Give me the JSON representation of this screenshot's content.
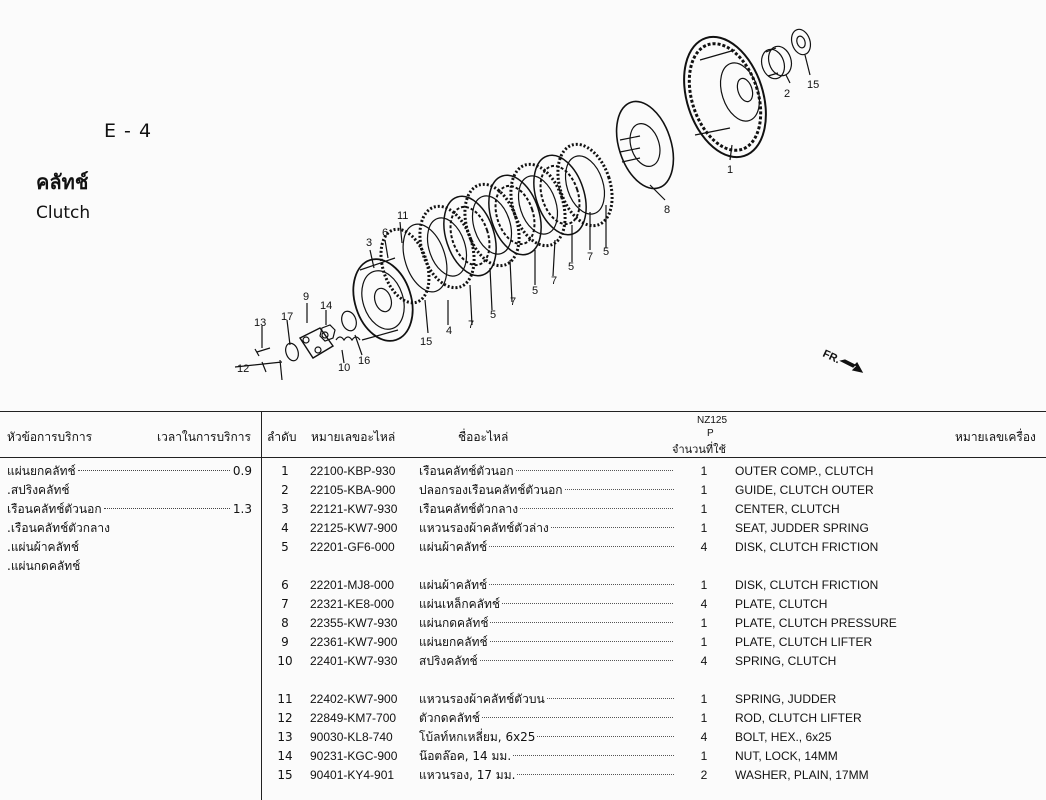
{
  "section": {
    "code": "E - 4",
    "title_thai": "คลัทช์",
    "title_en": "Clutch"
  },
  "diagram": {
    "callouts": [
      "1",
      "2",
      "3",
      "4",
      "5",
      "6",
      "7",
      "8",
      "9",
      "10",
      "11",
      "12",
      "13",
      "14",
      "15",
      "16",
      "17"
    ],
    "fr_label": "FR."
  },
  "table": {
    "headers": {
      "service_item": "หัวข้อการบริการ",
      "service_time": "เวลาในการบริการ",
      "seq": "ลำดับ",
      "part_no": "หมายเลขอะไหล่",
      "part_name": "ชื่ออะไหล่",
      "model": "NZ125",
      "model_sub": "P",
      "qty": "จำนวนที่ใช้",
      "frame_no": "หมายเลขเครื่อง"
    },
    "service_items": [
      {
        "label": "แผ่นยกคลัทช์",
        "hours": "0.9"
      },
      {
        "label": ".สปริงคลัทช์",
        "hours": ""
      },
      {
        "label": "เรือนคลัทช์ตัวนอก",
        "hours": "1.3"
      },
      {
        "label": ".เรือนคลัทช์ตัวกลาง",
        "hours": ""
      },
      {
        "label": ".แผ่นผ้าคลัทช์",
        "hours": ""
      },
      {
        "label": ".แผ่นกดคลัทช์",
        "hours": ""
      }
    ],
    "rows": [
      {
        "no": "1",
        "part": "22100-KBP-930",
        "thai": "เรือนคลัทช์ตัวนอก",
        "qty": "1",
        "en": "OUTER COMP., CLUTCH"
      },
      {
        "no": "2",
        "part": "22105-KBA-900",
        "thai": "ปลอกรองเรือนคลัทช์ตัวนอก",
        "qty": "1",
        "en": "GUIDE, CLUTCH OUTER"
      },
      {
        "no": "3",
        "part": "22121-KW7-930",
        "thai": "เรือนคลัทช์ตัวกลาง",
        "qty": "1",
        "en": "CENTER, CLUTCH"
      },
      {
        "no": "4",
        "part": "22125-KW7-900",
        "thai": "แหวนรองผ้าคลัทช์ตัวล่าง",
        "qty": "1",
        "en": "SEAT, JUDDER SPRING"
      },
      {
        "no": "5",
        "part": "22201-GF6-000",
        "thai": "แผ่นผ้าคลัทช์",
        "qty": "4",
        "en": "DISK, CLUTCH FRICTION"
      },
      {
        "no": "6",
        "part": "22201-MJ8-000",
        "thai": "แผ่นผ้าคลัทช์",
        "qty": "1",
        "en": "DISK, CLUTCH FRICTION"
      },
      {
        "no": "7",
        "part": "22321-KE8-000",
        "thai": "แผ่นเหล็กคลัทช์",
        "qty": "4",
        "en": "PLATE, CLUTCH"
      },
      {
        "no": "8",
        "part": "22355-KW7-930",
        "thai": "แผ่นกดคลัทช์",
        "qty": "1",
        "en": "PLATE, CLUTCH PRESSURE"
      },
      {
        "no": "9",
        "part": "22361-KW7-900",
        "thai": "แผ่นยกคลัทช์",
        "qty": "1",
        "en": "PLATE, CLUTCH LIFTER"
      },
      {
        "no": "10",
        "part": "22401-KW7-930",
        "thai": "สปริงคลัทช์",
        "qty": "4",
        "en": "SPRING, CLUTCH"
      },
      {
        "no": "11",
        "part": "22402-KW7-900",
        "thai": "แหวนรองผ้าคลัทช์ตัวบน",
        "qty": "1",
        "en": "SPRING, JUDDER"
      },
      {
        "no": "12",
        "part": "22849-KM7-700",
        "thai": "ตัวกดคลัทช์",
        "qty": "1",
        "en": "ROD, CLUTCH LIFTER"
      },
      {
        "no": "13",
        "part": "90030-KL8-740",
        "thai": "โบ้ลท์หกเหลี่ยม, 6x25",
        "qty": "4",
        "en": "BOLT, HEX., 6x25"
      },
      {
        "no": "14",
        "part": "90231-KGC-900",
        "thai": "น๊อตล๊อค, 14 มม.",
        "qty": "1",
        "en": "NUT, LOCK, 14MM"
      },
      {
        "no": "15",
        "part": "90401-KY4-901",
        "thai": "แหวนรอง, 17 มม.",
        "qty": "2",
        "en": "WASHER, PLAIN, 17MM"
      }
    ]
  }
}
